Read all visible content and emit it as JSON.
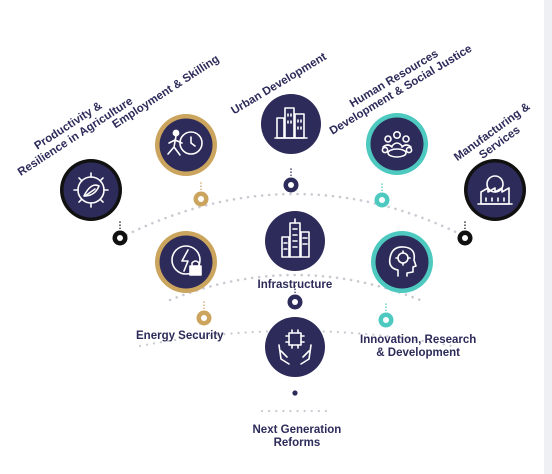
{
  "colors": {
    "navy": "#2d2b5a",
    "black": "#111111",
    "gold": "#cba45e",
    "teal": "#4dc9c0",
    "dots": "#c9cbd3",
    "white": "#ffffff"
  },
  "nodes": [
    {
      "id": "productivity-agriculture",
      "lines": [
        "Productivity &",
        "Resilience in Agriculture"
      ],
      "ring": "black",
      "icon": "gear-leaf-icon"
    },
    {
      "id": "employment-skilling",
      "lines": [
        "Employment & Skilling"
      ],
      "ring": "gold",
      "icon": "running-person-clock-icon"
    },
    {
      "id": "urban-development",
      "lines": [
        "Urban Development"
      ],
      "ring": "navy",
      "icon": "city-buildings-icon"
    },
    {
      "id": "human-resources",
      "lines": [
        "Human Resources",
        "Development & Social Justice"
      ],
      "ring": "teal",
      "icon": "people-group-icon"
    },
    {
      "id": "manufacturing-services",
      "lines": [
        "Manufacturing &",
        "Services"
      ],
      "ring": "black",
      "icon": "factory-gear-icon"
    },
    {
      "id": "energy-security",
      "lines": [
        "Energy Security"
      ],
      "ring": "gold",
      "icon": "power-lock-icon"
    },
    {
      "id": "infrastructure",
      "lines": [
        "Infrastructure"
      ],
      "ring": "navy",
      "icon": "skyscrapers-icon"
    },
    {
      "id": "innovation-research",
      "lines": [
        "Innovation, Research",
        "& Development"
      ],
      "ring": "teal",
      "icon": "head-gear-icon"
    },
    {
      "id": "next-generation-reforms",
      "lines": [
        "Next Generation",
        "Reforms"
      ],
      "ring": "navy",
      "icon": "hands-chip-icon"
    }
  ]
}
